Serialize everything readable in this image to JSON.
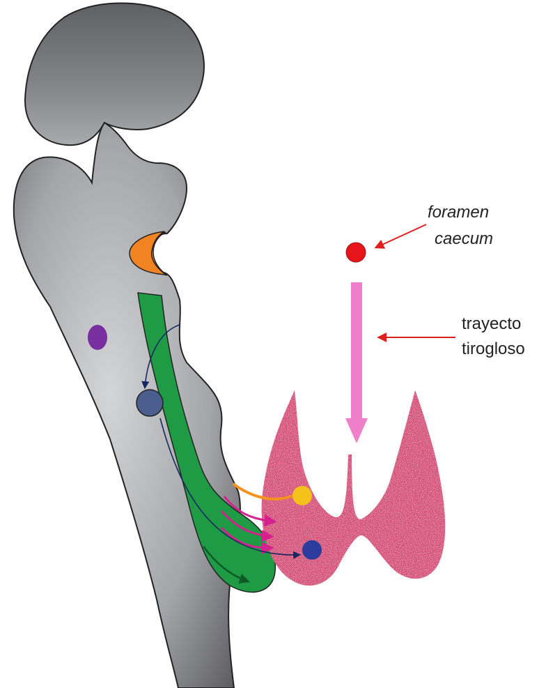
{
  "labels": {
    "foramen_line1": "foramen",
    "foramen_line2": "caecum",
    "trayecto_line1": "trayecto",
    "trayecto_line2": "tirogloso"
  },
  "colors": {
    "embryo_gray_light": "#d2d3d5",
    "embryo_gray_dark": "#5e5e62",
    "outline": "#222222",
    "orange_pouch": "#f28322",
    "purple_dot": "#7a2fa0",
    "blue_dot": "#4a5d8c",
    "green_duct": "#1f9a45",
    "green_arrow": "#0e5a25",
    "navy_arrow": "#17285e",
    "thyroid_pink": "#d44a74",
    "thyroid_speckle": "#f2a0bb",
    "yellow_dot": "#f5c21b",
    "orange_arrow": "#f5931f",
    "magenta_arrow": "#d6208e",
    "foramen_red": "#e8141b",
    "tract_pink": "#ee7fc8",
    "pointer_red": "#e01e1e",
    "inner_blue_dot": "#2c3c9c"
  },
  "icons": [
    "thin-arrow-icon",
    "tract-arrow-icon",
    "curved-arrow-icon"
  ]
}
